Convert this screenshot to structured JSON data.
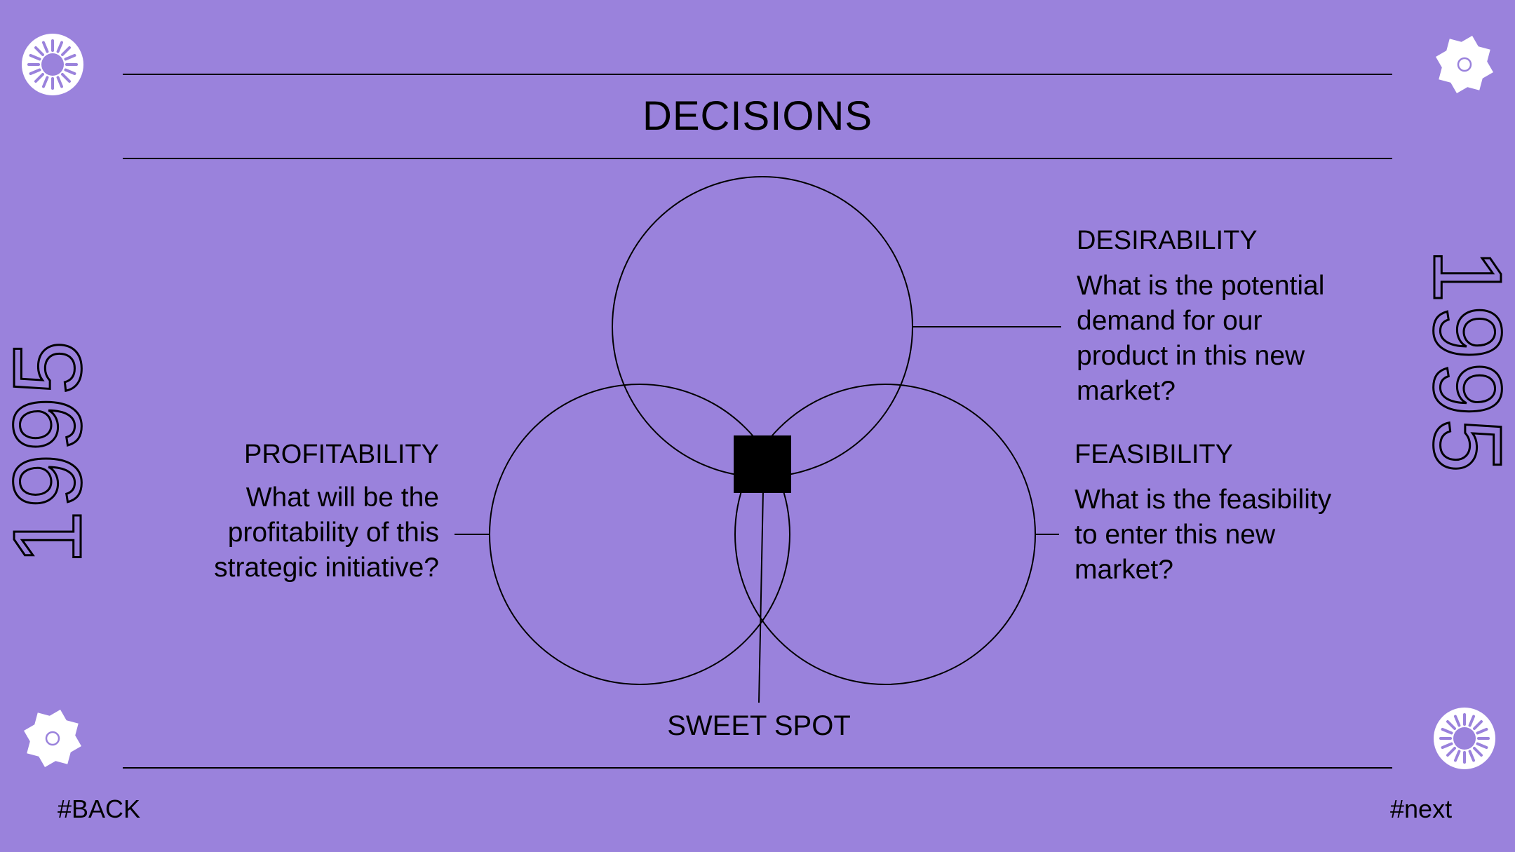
{
  "slide": {
    "title": "DECISIONS",
    "side_text_left": "1995",
    "side_text_right": "1995"
  },
  "circles": {
    "desirability": {
      "heading": "DESIRABILITY",
      "lines": [
        "What is the potential",
        "demand for our",
        "product in this new",
        "market?"
      ]
    },
    "profitability": {
      "heading": "PROFITABILITY",
      "lines": [
        "What will be the",
        "profitability of this",
        "strategic initiative?"
      ]
    },
    "feasibility": {
      "heading": "FEASIBILITY",
      "lines": [
        "What is the feasibility",
        "to enter this new",
        "market?"
      ]
    },
    "center_label": "SWEET SPOT"
  },
  "nav": {
    "back_label": "#BACK",
    "next_label": "#next"
  },
  "colors": {
    "background": "#9a82dc",
    "ink": "#000000",
    "ornament": "#ffffff"
  },
  "icons": {
    "top_left": "sunburst-ornament-icon",
    "top_right": "square-star-ornament-icon",
    "bottom_left": "square-star-ornament-icon",
    "bottom_right": "sunburst-ornament-icon"
  }
}
